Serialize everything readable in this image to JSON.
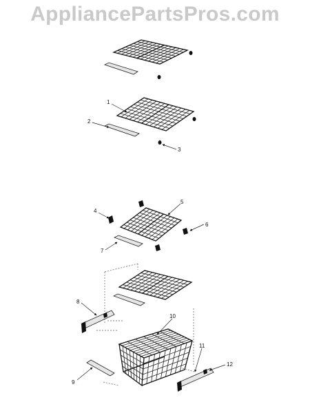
{
  "watermark": "AppliancePartsPros.com",
  "callouts": [
    "1",
    "2",
    "3",
    "4",
    "5",
    "6",
    "7",
    "8",
    "9",
    "10",
    "11",
    "12"
  ]
}
